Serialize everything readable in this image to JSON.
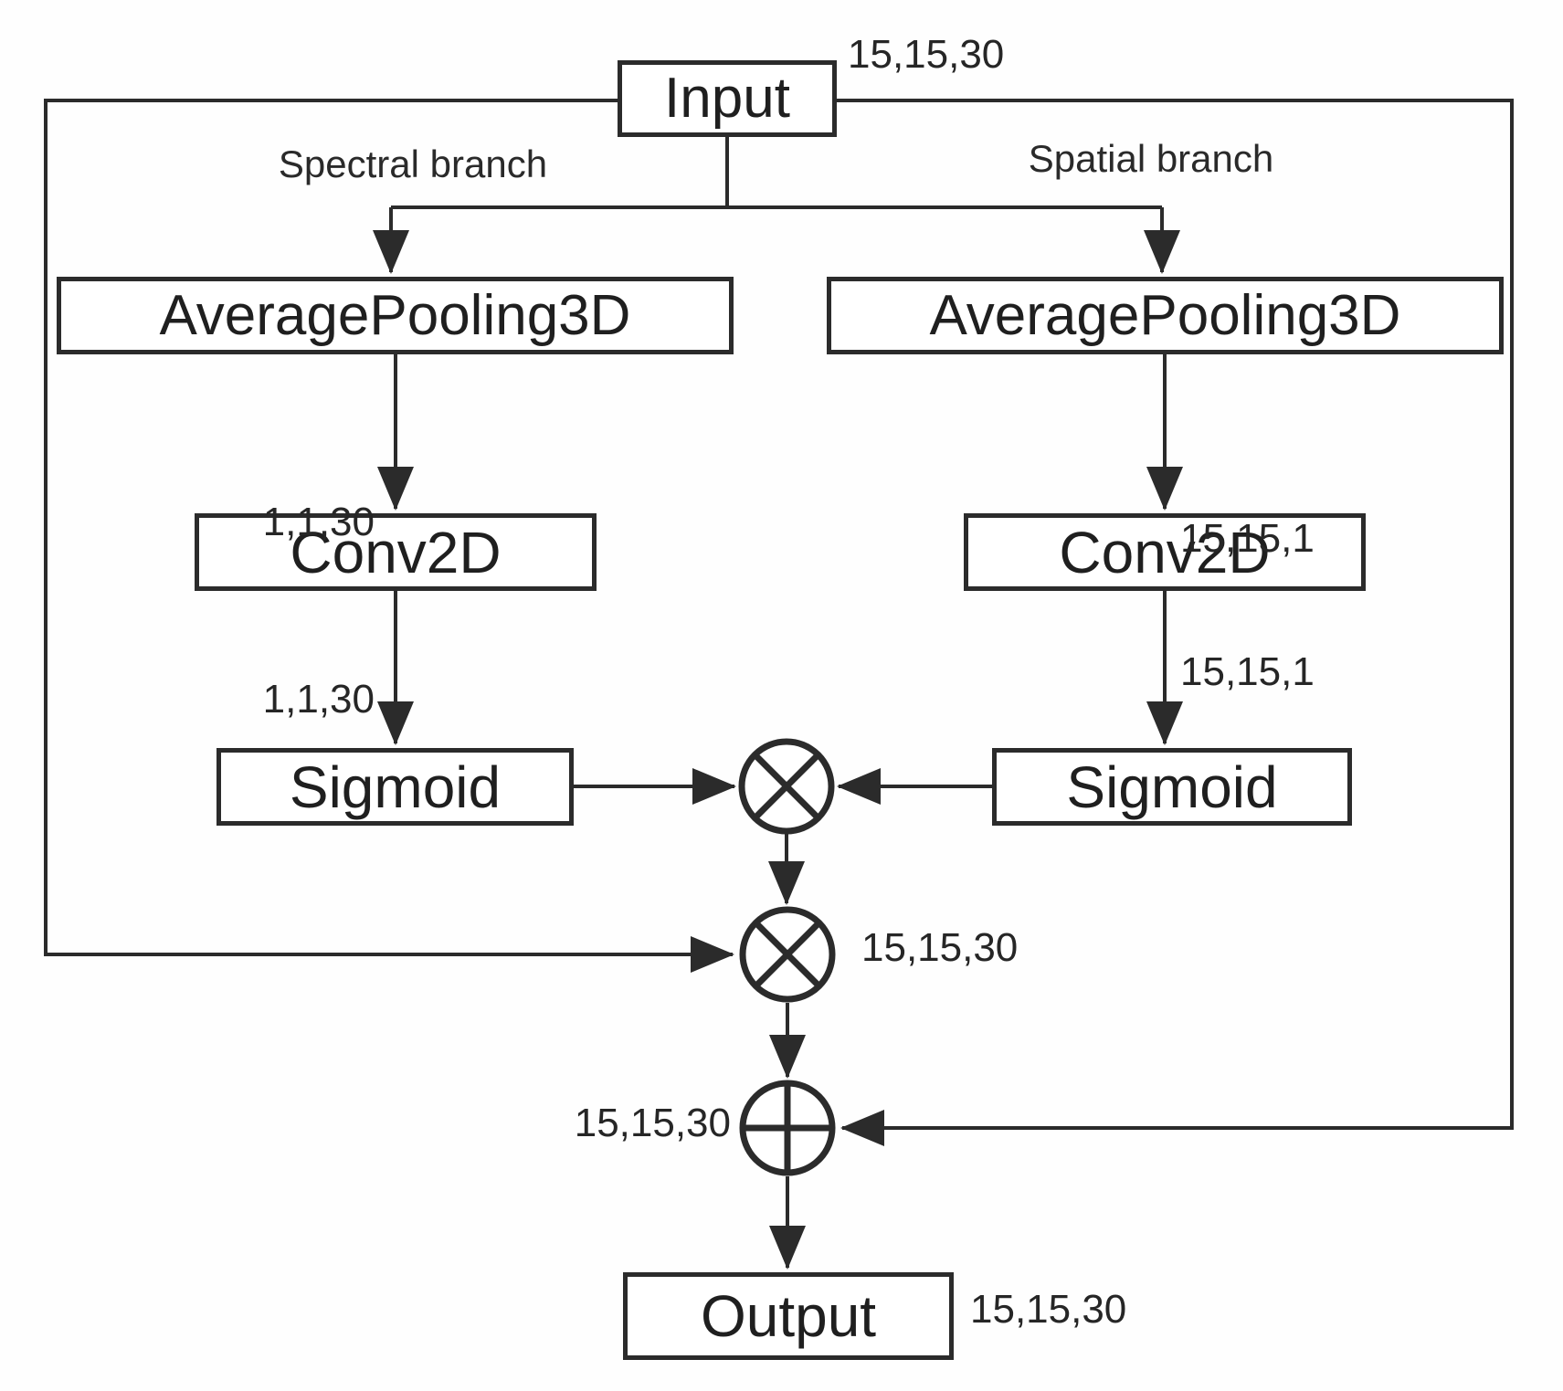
{
  "diagram": {
    "nodes": {
      "input": {
        "label": "Input"
      },
      "avgpool_spectral": {
        "label": "AveragePooling3D"
      },
      "avgpool_spatial": {
        "label": "AveragePooling3D"
      },
      "conv_spectral": {
        "label": "Conv2D"
      },
      "conv_spatial": {
        "label": "Conv2D"
      },
      "sigmoid_spectral": {
        "label": "Sigmoid"
      },
      "sigmoid_spatial": {
        "label": "Sigmoid"
      },
      "output": {
        "label": "Output"
      }
    },
    "branch_labels": {
      "spectral": "Spectral branch",
      "spatial": "Spatial branch"
    },
    "dims": {
      "input_out": "15,15,30",
      "spectral_pool_out": "1,1,30",
      "spectral_conv_out": "1,1,30",
      "spatial_pool_out": "15,15,1",
      "spatial_conv_out": "15,15,1",
      "attention_multiply_out": "15,15,30",
      "residual_add_in": "15,15,30",
      "output_out": "15,15,30"
    },
    "operators": {
      "multiply": "⊗",
      "add": "⊕"
    },
    "colors": {
      "line": "#2b2b2b",
      "text": "#1f1f1f",
      "box_background": "#ffffff",
      "background": "#fefefe"
    }
  }
}
